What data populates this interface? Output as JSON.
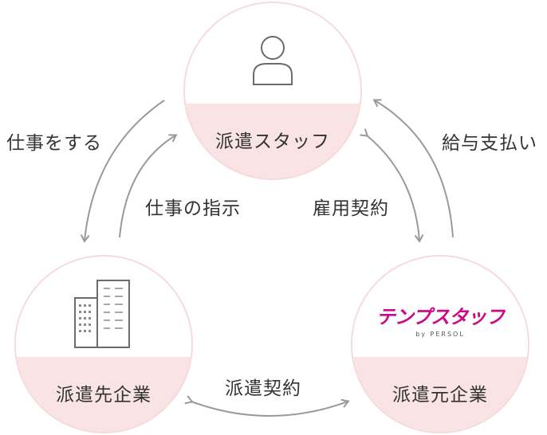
{
  "nodes": {
    "staff": {
      "label": "派遣スタッフ",
      "icon": "person-icon"
    },
    "client": {
      "label": "派遣先企業",
      "icon": "building-icon"
    },
    "agency": {
      "label": "派遣元企業",
      "logo_text": "テンプスタッフ",
      "logo_sub": "by PERSOL"
    }
  },
  "relations": {
    "work": "仕事をする",
    "instruction": "仕事の指示",
    "employment": "雇用契約",
    "payment": "給与支払い",
    "dispatch_contract": "派遣契約"
  },
  "colors": {
    "circle_fill": "#f9e3e4",
    "circle_border": "#f6dada",
    "arrow": "#9a9a9a",
    "logo": "#cc0a87"
  }
}
